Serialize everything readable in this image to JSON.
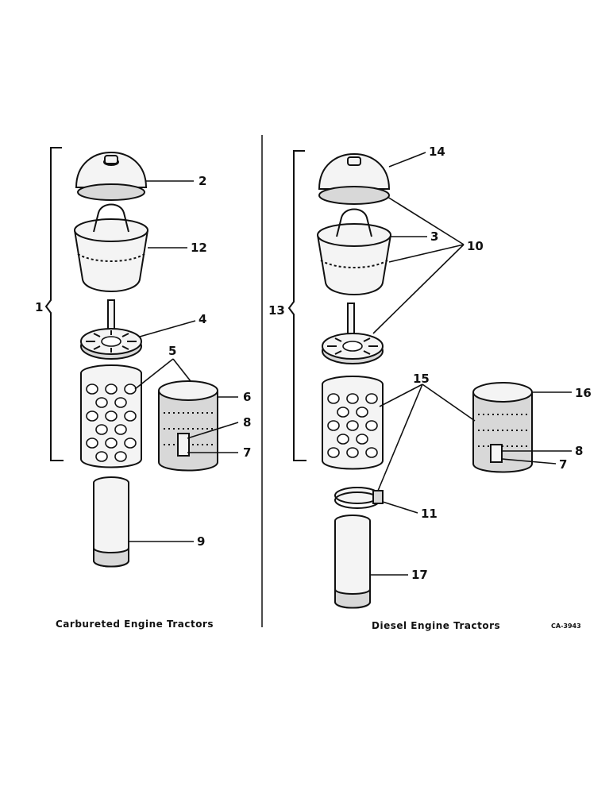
{
  "left_group": {
    "caption": "Carbureted Engine Tractors",
    "callouts": {
      "assembly": "1",
      "cover": "2",
      "cup": "12",
      "baffle": "4",
      "element_5": "5",
      "screen": "6",
      "item_8": "8",
      "item_7": "7",
      "tube": "9"
    }
  },
  "right_group": {
    "caption": "Diesel Engine Tractors",
    "callouts": {
      "assembly": "13",
      "cover": "14",
      "cup": "3",
      "gasket_set": "10",
      "element": "15",
      "screen": "16",
      "item_8": "8",
      "item_7": "7",
      "clamp": "11",
      "tube": "17"
    }
  },
  "drawing_code": "CA-3943"
}
